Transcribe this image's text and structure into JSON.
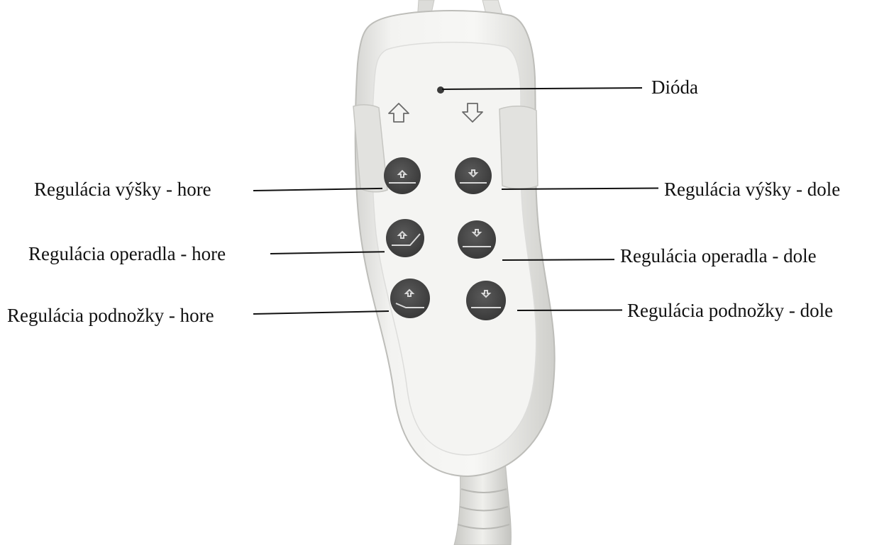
{
  "remote": {
    "name": "bed-hand-control",
    "column_arrows": [
      "up-arrow-icon",
      "down-arrow-icon"
    ],
    "buttons": [
      {
        "id": "height-up",
        "icon": "bed-height-up-icon"
      },
      {
        "id": "height-down",
        "icon": "bed-height-down-icon"
      },
      {
        "id": "backrest-up",
        "icon": "backrest-up-icon"
      },
      {
        "id": "backrest-down",
        "icon": "backrest-down-icon"
      },
      {
        "id": "footrest-up",
        "icon": "footrest-up-icon"
      },
      {
        "id": "footrest-down",
        "icon": "footrest-down-icon"
      }
    ]
  },
  "labels": {
    "diode": "Dióda",
    "height_up": "Regulácia výšky - hore",
    "height_down": "Regulácia výšky - dole",
    "backrest_up": "Regulácia operadla - hore",
    "backrest_down": "Regulácia operadla - dole",
    "footrest_up": "Regulácia podnožky - hore",
    "footrest_down": "Regulácia podnožky - dole"
  },
  "colors": {
    "button": "#4a4a4a",
    "body": "#eeeeec",
    "line": "#111111"
  }
}
